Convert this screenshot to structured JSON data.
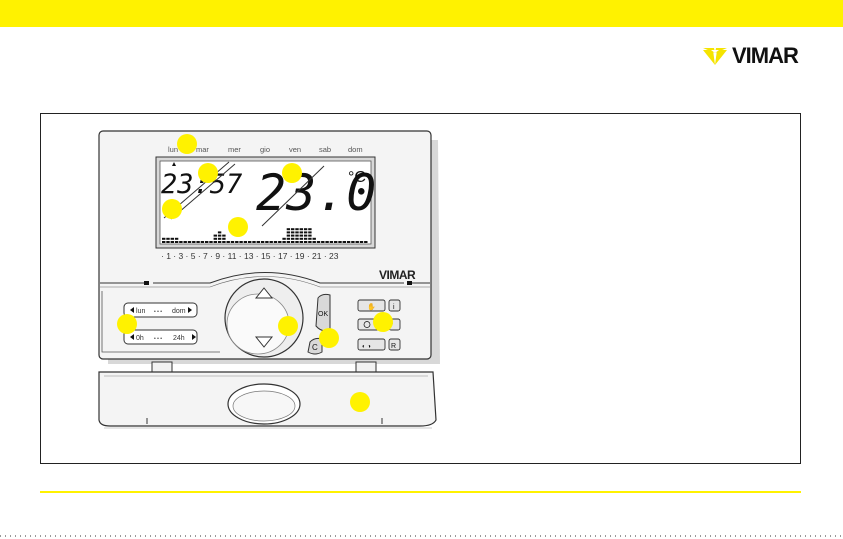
{
  "brand": {
    "name": "VIMAR"
  },
  "device": {
    "brand_label": "VIMAR",
    "days": [
      "lun",
      "mar",
      "mer",
      "gio",
      "ven",
      "sab",
      "dom"
    ],
    "display": {
      "time": "23:57",
      "temperature": "23.0",
      "unit": "°C"
    },
    "hour_scale": "· 1 · 3 · 5 · 7 · 9 · 11 · 13 · 15 · 17 · 19 · 21 · 23",
    "day_slider": {
      "start": "lun",
      "dots": "• • •",
      "end": "dom"
    },
    "hour_slider": {
      "start": "0h",
      "dots": "• • •",
      "end": "24h"
    },
    "buttons": {
      "ok": "OK",
      "cancel": "C",
      "info": "i",
      "reset": "R"
    }
  },
  "icons": {
    "logo": "vimar-chevron-logo",
    "nav_up": "triangle-up-icon",
    "nav_down": "triangle-down-icon",
    "mode_manual": "hand-icon",
    "mode_clock": "clock-icon",
    "mode_off": "snowflake-icon",
    "mode_season": "season-icon"
  },
  "colors": {
    "accent": "#fff200",
    "line": "#333333",
    "body": "#f2f2f2"
  }
}
